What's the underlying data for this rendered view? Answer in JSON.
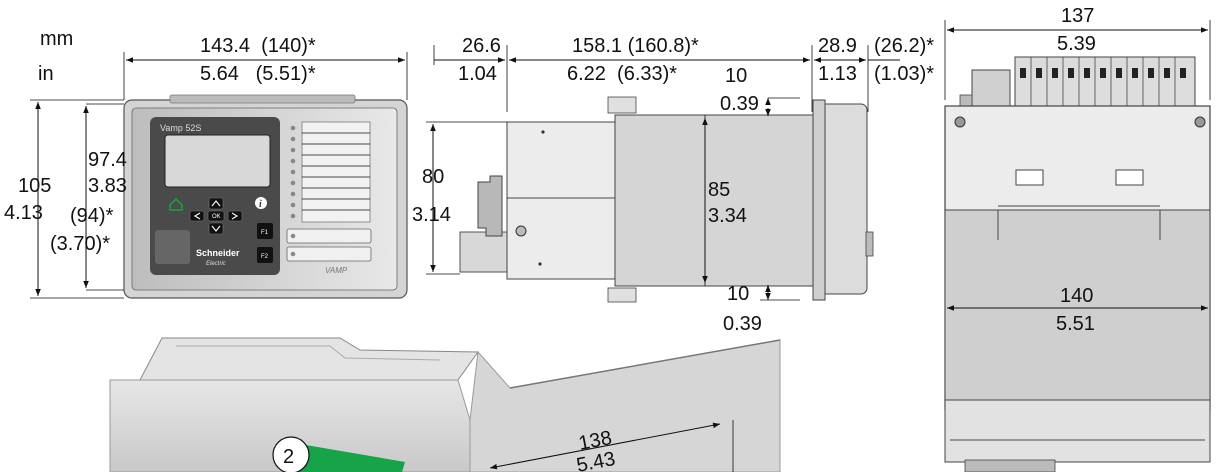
{
  "units": {
    "mm": "mm",
    "in": "in"
  },
  "front_view": {
    "width_mm": "143.4  (140)*",
    "width_in": "5.64   (5.51)*",
    "height_total_mm": "105",
    "height_total_in": "4.13",
    "height_inner_mm": "97.4",
    "height_inner_in": "3.83",
    "height_alt_mm": "(94)*",
    "height_alt_in": "(3.70)*",
    "device_model": "Vamp 52S",
    "brand_line1": "Schneider",
    "brand_line2": "Electric",
    "brand_vamp": "VAMP",
    "key_ok": "OK",
    "key_f1": "F1",
    "key_f2": "F2",
    "key_info": "i"
  },
  "side_view": {
    "depth_front_mm": "26.6",
    "depth_front_in": "1.04",
    "depth_mid_mm": "158.1 (160.8)*",
    "depth_mid_in": "6.22  (6.33)*",
    "depth_rear_mm": "28.9",
    "depth_rear_in": "1.13",
    "depth_rear_alt_mm": "(26.2)*",
    "depth_rear_alt_in": "(1.03)*",
    "gap_top_mm": "10",
    "gap_top_in": "0.39",
    "gap_bottom_mm": "10",
    "gap_bottom_in": "0.39",
    "height_left_mm": "80",
    "height_left_in": "3.14",
    "height_body_mm": "85",
    "height_body_in": "3.34"
  },
  "rear_view": {
    "width_top_mm": "137",
    "width_top_in": "5.39",
    "width_mid_mm": "140",
    "width_mid_in": "5.51"
  },
  "mounting_view": {
    "callout_number": "2",
    "depth_mm": "138",
    "depth_in": "5.43"
  }
}
